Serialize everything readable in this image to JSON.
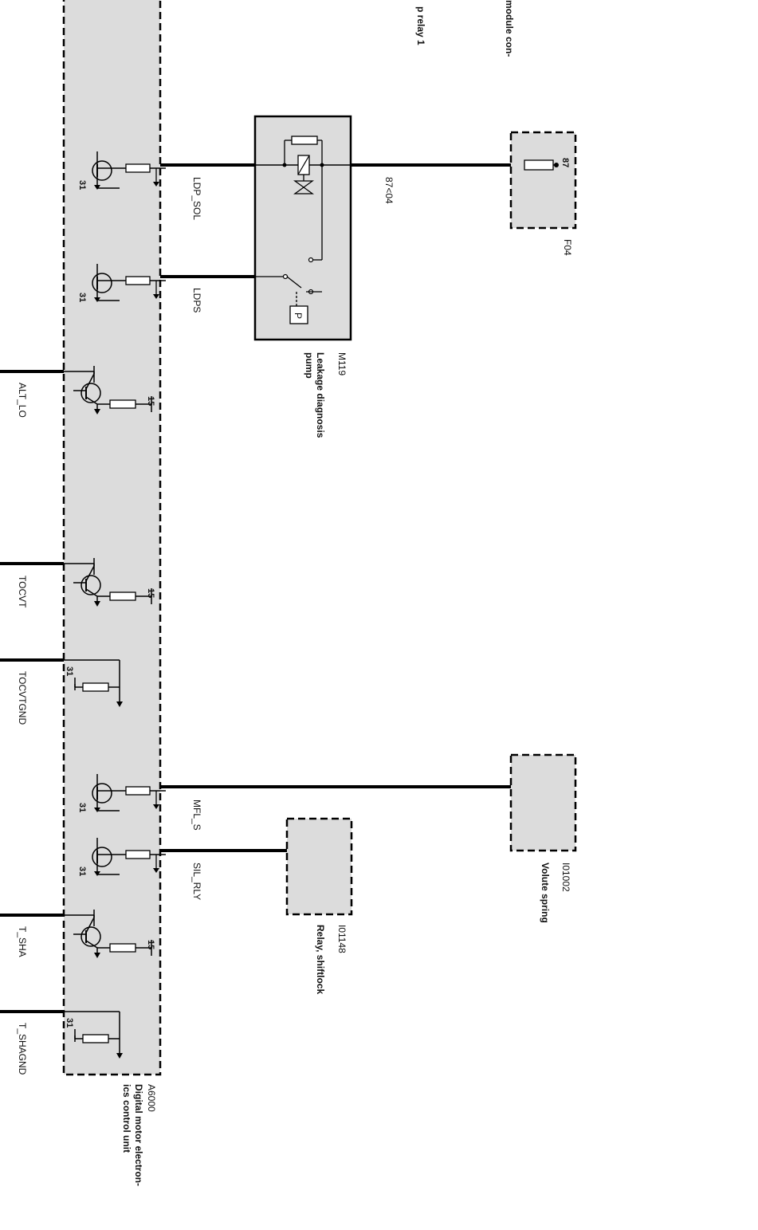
{
  "header_fragments": {
    "relay": "p relay 1",
    "module": "module con-"
  },
  "components": {
    "a6000": {
      "id": "A6000",
      "name_line1": "Digital motor electron-",
      "name_line2": "ics control unit"
    },
    "m119": {
      "id": "M119",
      "name_line1": "Leakage diagnosis",
      "name_line2": "pump",
      "pump_symbol": "P"
    },
    "f04": {
      "id": "F04",
      "pin": "87"
    },
    "i01148": {
      "id": "I01148",
      "name": "Relay, shiftlock"
    },
    "i01002": {
      "id": "I01002",
      "name": "Volute spring"
    }
  },
  "signals": {
    "ldp_sol": "LDP_SOL",
    "ldps": "LDPS",
    "alt_lo": "ALT_LO",
    "tocvt": "TOCVT",
    "tocvtgnd": "TOCVTGND",
    "mfl_s": "MFL_S",
    "sil_rly": "SIL_RLY",
    "t_sha": "T_SHA",
    "t_shagnd": "T_SHAGND",
    "wire_87_04": "87<04"
  },
  "terminals": {
    "ground": "31",
    "supply": "15"
  },
  "colors": {
    "module_fill": "#dcdcdc",
    "wire": "#000000",
    "background": "#ffffff"
  }
}
